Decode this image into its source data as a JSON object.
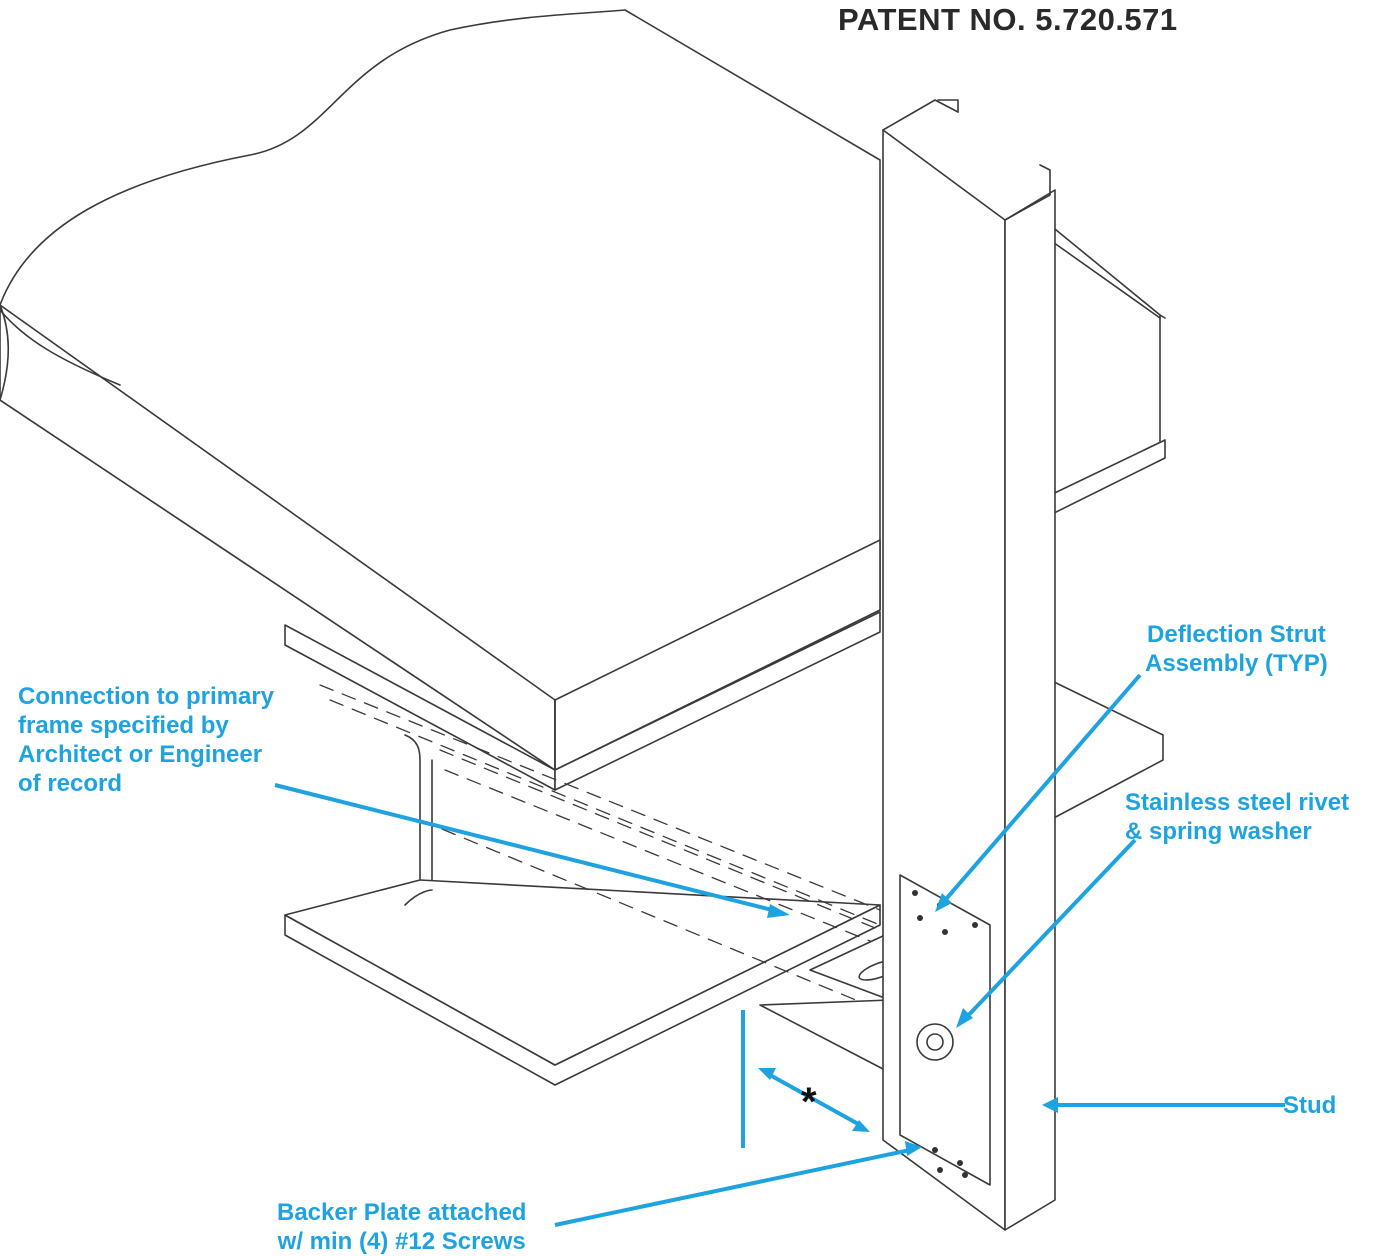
{
  "patent": "PATENT NO. 5.720.571",
  "labels": {
    "deflection_strut": [
      "Deflection Strut",
      "Assembly (TYP)"
    ],
    "connection": [
      "Connection to primary",
      "frame specified by",
      "Architect or Engineer",
      "of record"
    ],
    "rivet": [
      "Stainless steel rivet",
      "& spring washer"
    ],
    "stud": "Stud",
    "backer_plate": [
      "Backer Plate attached",
      "w/ min (4) #12 Screws"
    ],
    "dimension": "*"
  },
  "colors": {
    "accent": "#1ea3e0",
    "line": "#3a3a3a"
  }
}
